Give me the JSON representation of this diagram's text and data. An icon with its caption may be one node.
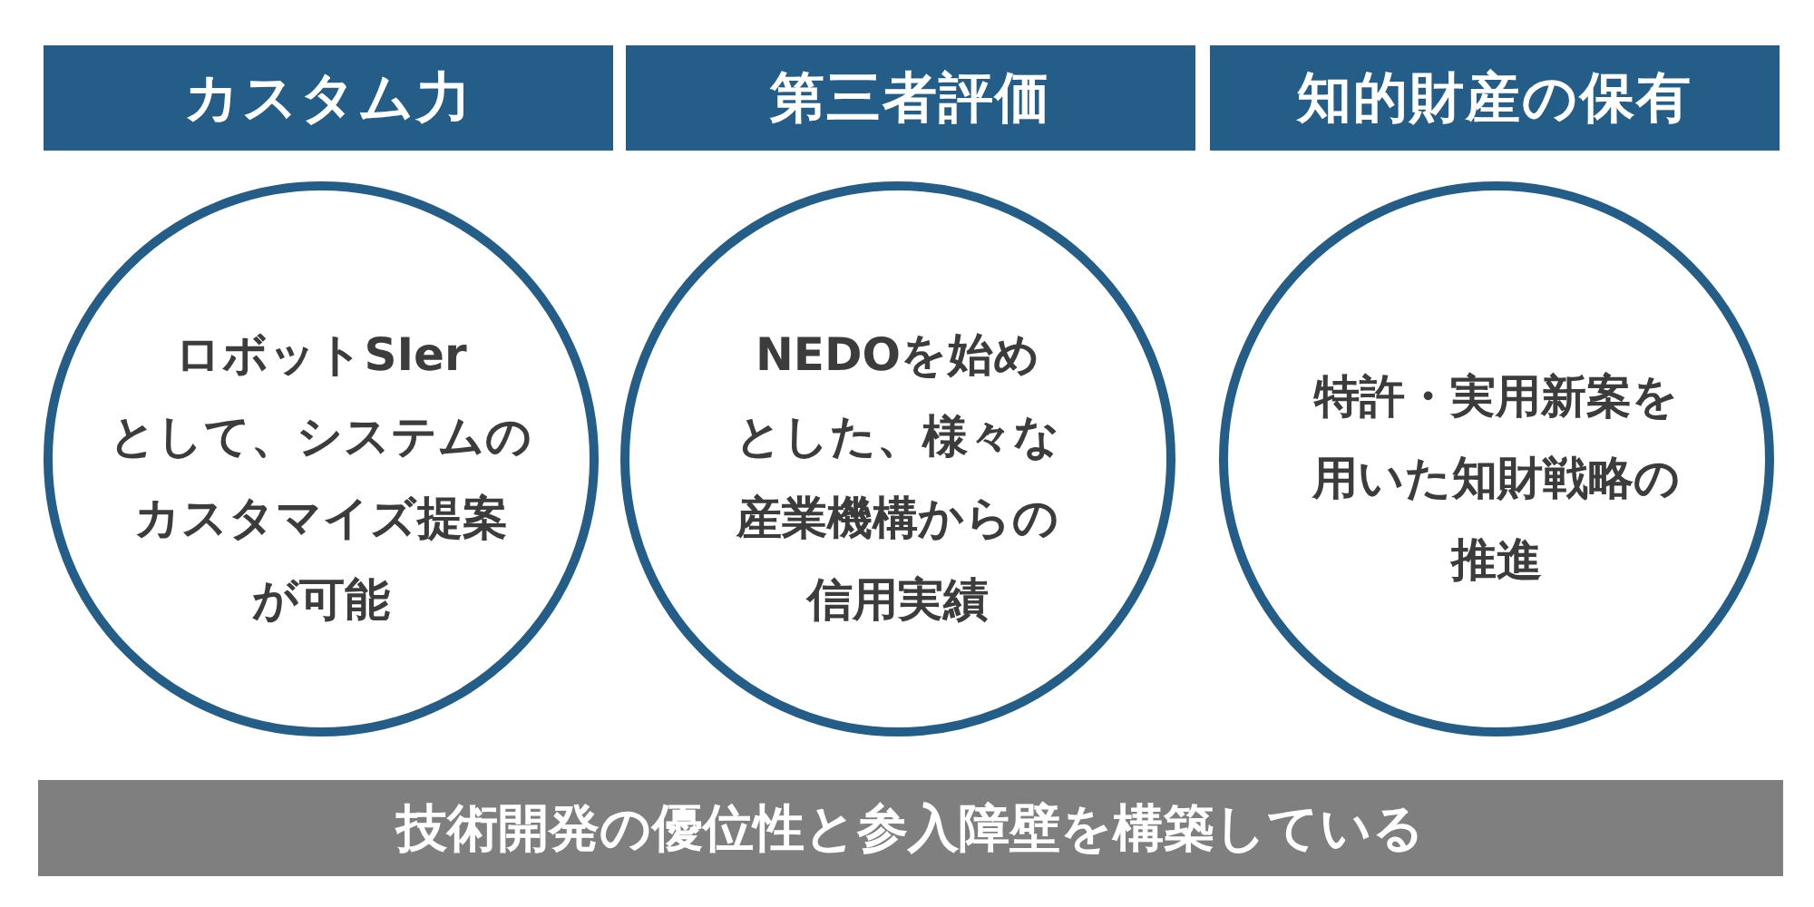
{
  "diagram": {
    "nodes": [
      {
        "text": [
          "カスタム力"
        ]
      },
      {
        "text": [
          "第三者評価"
        ]
      },
      {
        "text": [
          "知的財産の保有"
        ]
      },
      {
        "text": [
          "ロボットSIerとして、システムのカスタマイズ提案が可能"
        ]
      },
      {
        "text": [
          "NEDOを始めとした、様々な産業機構からの信用実績"
        ]
      },
      {
        "text": [
          "特許・実用新案を用いた知財戦略の推進"
        ]
      },
      {
        "text": [
          "技術開発の優位性と参入障壁を構築している"
        ]
      }
    ]
  }
}
